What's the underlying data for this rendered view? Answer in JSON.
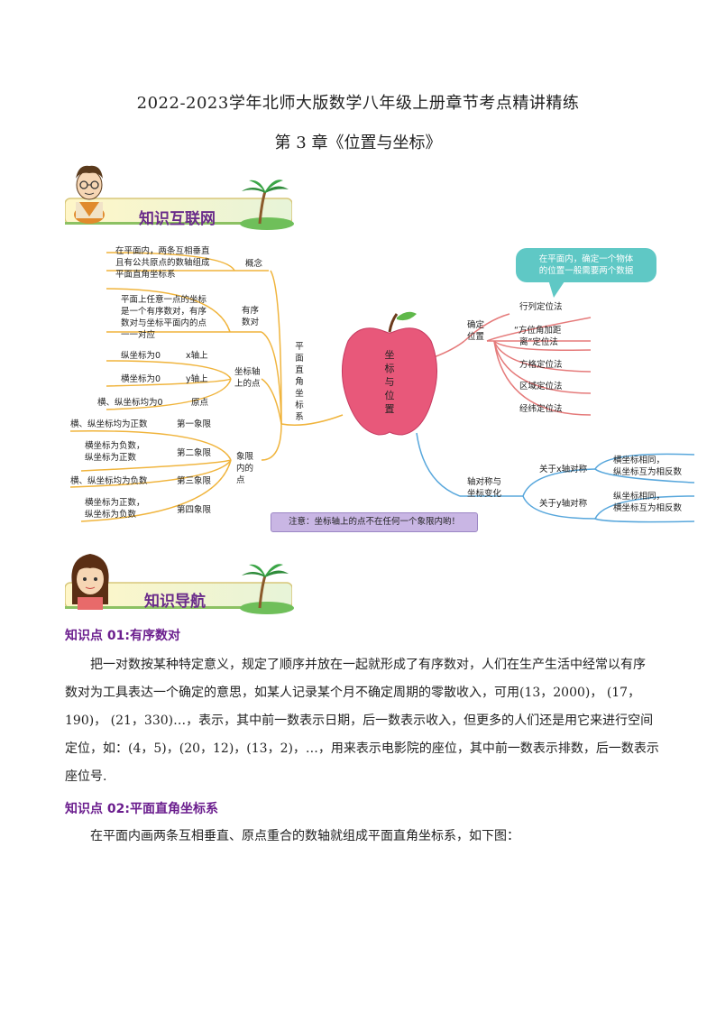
{
  "header": {
    "title": "2022-2023学年北师大版数学八年级上册章节考点精讲精练",
    "subtitle": "第 3 章《位置与坐标》"
  },
  "banner1": {
    "label": "知识互联网"
  },
  "banner2": {
    "label": "知识导航"
  },
  "mindmap": {
    "center": [
      "坐",
      "标",
      "与",
      "位",
      "置"
    ],
    "left_branch": {
      "label": [
        "平",
        "面",
        "直",
        "角",
        "坐",
        "标",
        "系"
      ]
    },
    "concept": {
      "label": "概念",
      "text": [
        "在平面内，两条互相垂直",
        "且有公共原点的数轴组成",
        "平面直角坐标系"
      ]
    },
    "ordered_pair": {
      "label": [
        "有序",
        "数对"
      ],
      "text": [
        "平面上任意一点的坐标",
        "是一个有序数对，有序",
        "数对与坐标平面内的点",
        "一一对应"
      ]
    },
    "axis_points": {
      "label": [
        "坐标轴",
        "上的点"
      ],
      "items": [
        {
          "cond": "纵坐标为0",
          "name": "x轴上"
        },
        {
          "cond": "横坐标为0",
          "name": "y轴上"
        },
        {
          "cond": "横、纵坐标均为0",
          "name": "原点"
        }
      ]
    },
    "quadrants": {
      "label": [
        "象限",
        "内的",
        "点"
      ],
      "items": [
        {
          "cond": [
            "横、纵坐标均为正数"
          ],
          "name": "第一象限"
        },
        {
          "cond": [
            "横坐标为负数，",
            "纵坐标为正数"
          ],
          "name": "第二象限"
        },
        {
          "cond": [
            "横、纵坐标均为负数"
          ],
          "name": "第三象限"
        },
        {
          "cond": [
            "横坐标为正数，",
            "纵坐标为负数"
          ],
          "name": "第四象限"
        }
      ]
    },
    "note": "注意：坐标轴上的点不在任何一个象限内哟！",
    "bubble": [
      "在平面内，确定一个物体",
      "的位置一般需要两个数据"
    ],
    "locate": {
      "label": [
        "确定",
        "位置"
      ],
      "items": [
        "行列定位法",
        "“方位角加距",
        "离”定位法",
        "方格定位法",
        "区域定位法",
        "经纬定位法"
      ]
    },
    "symmetry": {
      "label": [
        "轴对称与",
        "坐标变化"
      ],
      "items": [
        {
          "name": "关于x轴对称",
          "desc": [
            "横坐标相同，",
            "纵坐标互为相反数"
          ]
        },
        {
          "name": "关于y轴对称",
          "desc": [
            "纵坐标相同，",
            "横坐标互为相反数"
          ]
        }
      ]
    }
  },
  "sections": [
    {
      "heading": "知识点 01:有序数对",
      "lines": [
        "把一对数按某种特定意义，规定了顺序并放在一起就形成了有序数对，人们在生产生活中经常以有序",
        "数对为工具表达一个确定的意思，如某人记录某个月不确定周期的零散收入，可用(13，2000)，  (17，",
        "190)，  (21，330)…，表示，其中前一数表示日期，后一数表示收入，但更多的人们还是用它来进行空间",
        "定位，如：(4，5)，(20，12)，(13，2)，…，用来表示电影院的座位，其中前一数表示排数，后一数表示",
        "座位号."
      ]
    },
    {
      "heading": "知识点 02:平面直角坐标系",
      "lines": [
        "在平面内画两条互相垂直、原点重合的数轴就组成平面直角坐标系，如下图："
      ]
    }
  ]
}
